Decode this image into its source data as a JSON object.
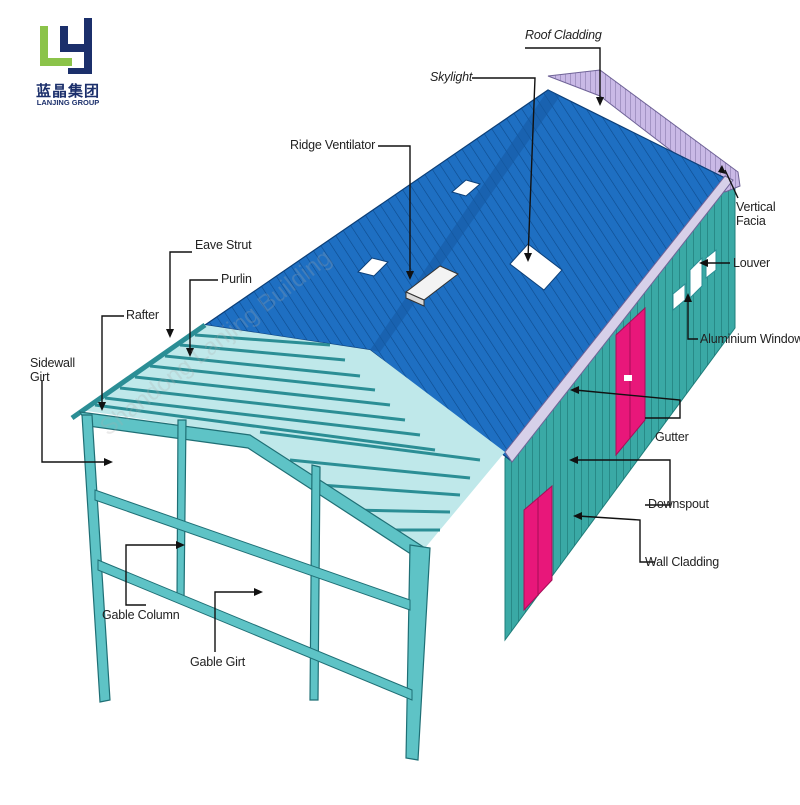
{
  "brand": {
    "name_cn": "蓝晶集团",
    "name_en": "LANJING GROUP",
    "colors": {
      "green": "#8bc34a",
      "navy": "#1b2f6b"
    }
  },
  "watermark": "Shandong Lanjing Building",
  "colors": {
    "roof": "#1e6fc2",
    "roof_dark": "#155aa3",
    "frame": "#5ec3c6",
    "frame_edge": "#2b8e95",
    "wall": "#3aa9a5",
    "facia": "#c9b9e6",
    "door": "#e8177a",
    "skylight": "#ffffff",
    "leader": "#111111"
  },
  "labels": {
    "roof_cladding": "Roof Cladding",
    "skylight": "Skylight",
    "ridge_ventilator": "Ridge Ventilator",
    "vertical_facia": "Vertical Facia",
    "eave_strut": "Eave Strut",
    "purlin": "Purlin",
    "rafter": "Rafter",
    "louver": "Louver",
    "aluminium_window": "Aluminium Window",
    "sidewall_girt": "Sidewall Girt",
    "gutter": "Gutter",
    "downspout": "Downspout",
    "wall_cladding": "Wall Cladding",
    "gable_column": "Gable Column",
    "gable_girt": "Gable Girt"
  }
}
